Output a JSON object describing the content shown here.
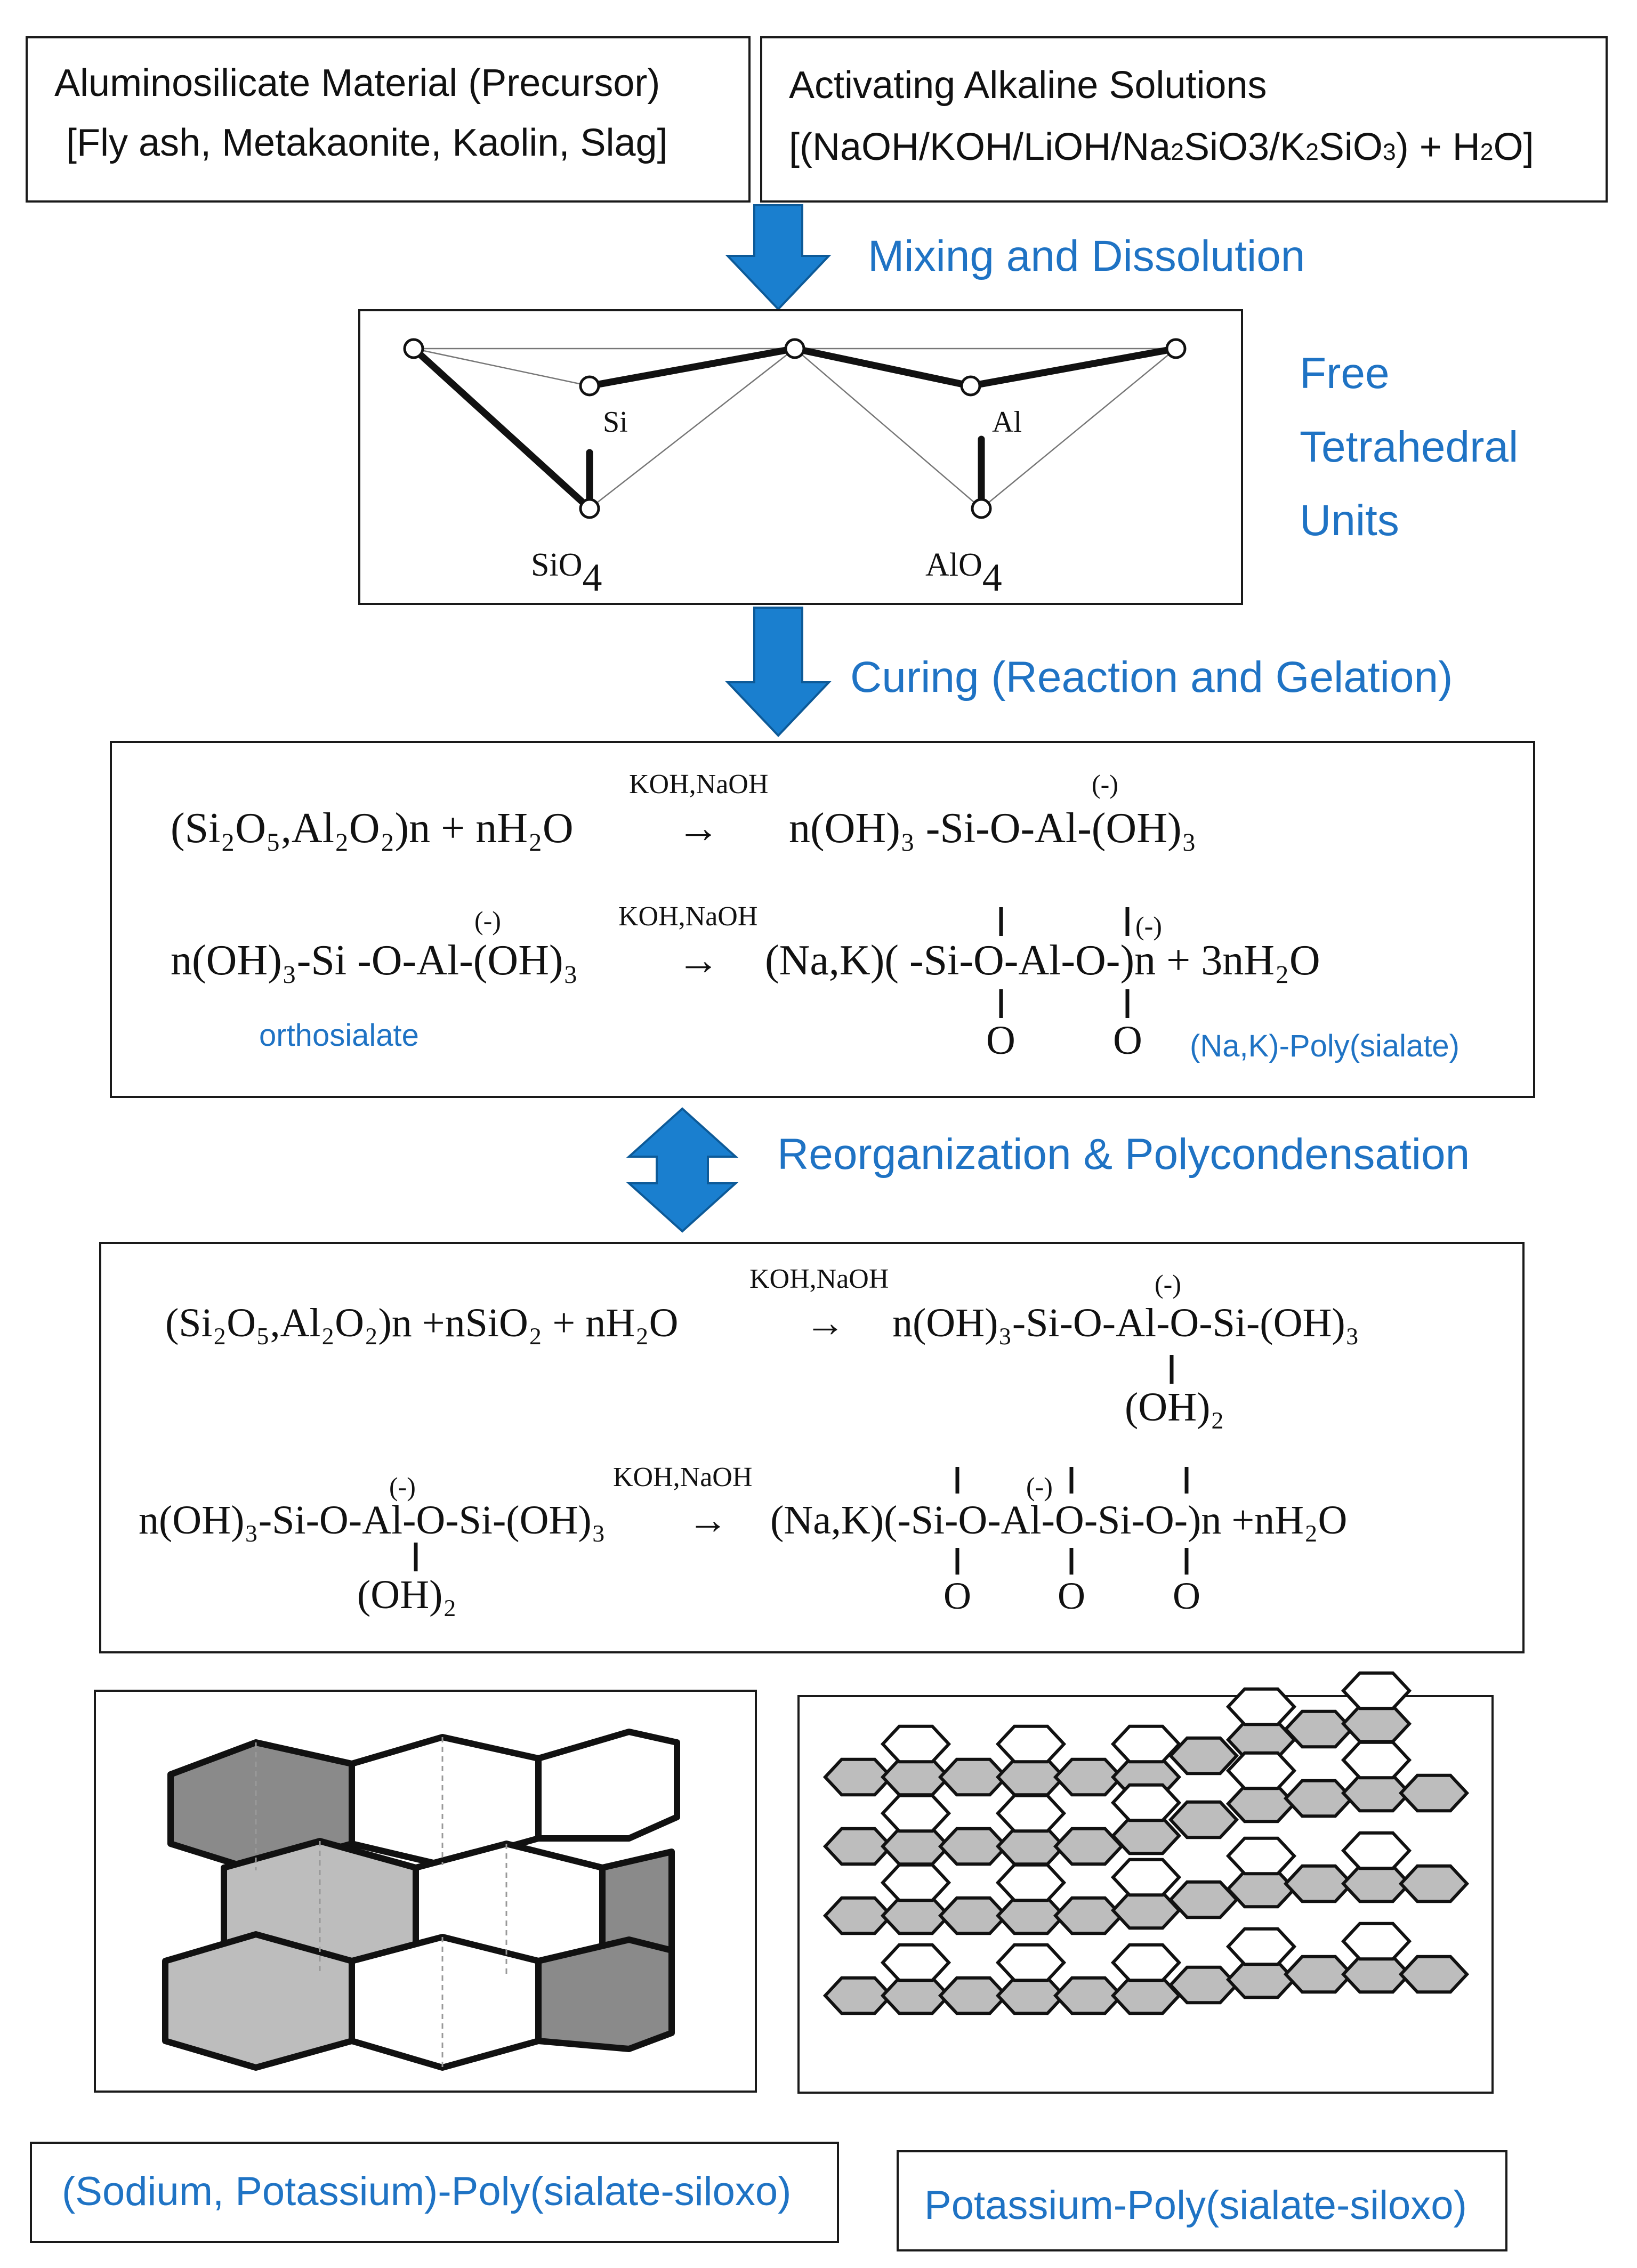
{
  "colors": {
    "accent_blue": "#1f73c4",
    "arrow_blue": "#1a7fcf",
    "text": "#111111",
    "shade_dark": "#8a8a8a",
    "shade_mid": "#bdbdbd",
    "shade_light": "#e6e6e6"
  },
  "precursor": {
    "line1": "Aluminosilicate Material (Precursor)",
    "line2": "[Fly ash, Metakaonite, Kaolin, Slag]"
  },
  "activator": {
    "line1": "Activating Alkaline Solutions",
    "line2_a": "[(NaOH/KOH/LiOH/Na",
    "line2_b": "2",
    "line2_c": "SiO3/K",
    "line2_d": "2",
    "line2_e": "SiO",
    "line2_f": "3",
    "line2_g": ") + H",
    "line2_h": "2",
    "line2_i": "O]"
  },
  "steps": {
    "mixing": "Mixing and Dissolution",
    "free_units": [
      "Free",
      "Tetrahedral",
      "Units"
    ],
    "curing": "Curing (Reaction and Gelation)",
    "reorg": "Reorganization & Polycondensation"
  },
  "tetrahedra": {
    "si": "Si",
    "al": "Al",
    "sio4_a": "SiO",
    "sio4_b": "4",
    "alo4_a": "AlO",
    "alo4_b": "4"
  },
  "eq1": {
    "left": "(Si₂O₅,Al₂O₂)n + nH₂O",
    "cat": "KOH,NaOH",
    "arrow": "→",
    "right": "n(OH)₃ -Si-O-Al-(OH)₃",
    "charge": "(-)"
  },
  "eq2": {
    "left": "n(OH)₃-Si -O-Al-(OH)₃",
    "charge_left": "(-)",
    "cat": "KOH,NaOH",
    "arrow": "→",
    "right": "(Na,K)( -Si-O-Al-O-)n + 3nH₂O",
    "charge_right": "(-)",
    "o1": "O",
    "o2": "O",
    "label_left": "orthosialate",
    "label_right": "(Na,K)-Poly(sialate)"
  },
  "eq3": {
    "left": "(Si₂O₅,Al₂O₂)n  +nSiO₂  +  nH₂O",
    "cat": "KOH,NaOH",
    "arrow": "→",
    "right": "n(OH)₃-Si-O-Al-O-Si-(OH)₃",
    "charge": "(-)",
    "below": "(OH)₂"
  },
  "eq4": {
    "left": "n(OH)₃-Si-O-Al-O-Si-(OH)₃",
    "charge_left": "(-)",
    "below_left": "(OH)₂",
    "cat": "KOH,NaOH",
    "arrow": "→",
    "right": "(Na,K)(-Si-O-Al-O-Si-O-)n +nH₂O",
    "charge_right": "(-)",
    "o1": "O",
    "o2": "O",
    "o3": "O"
  },
  "captions": {
    "left": "(Sodium, Potassium)-Poly(sialate-siloxo)",
    "right": "Potassium-Poly(sialate-siloxo)"
  }
}
